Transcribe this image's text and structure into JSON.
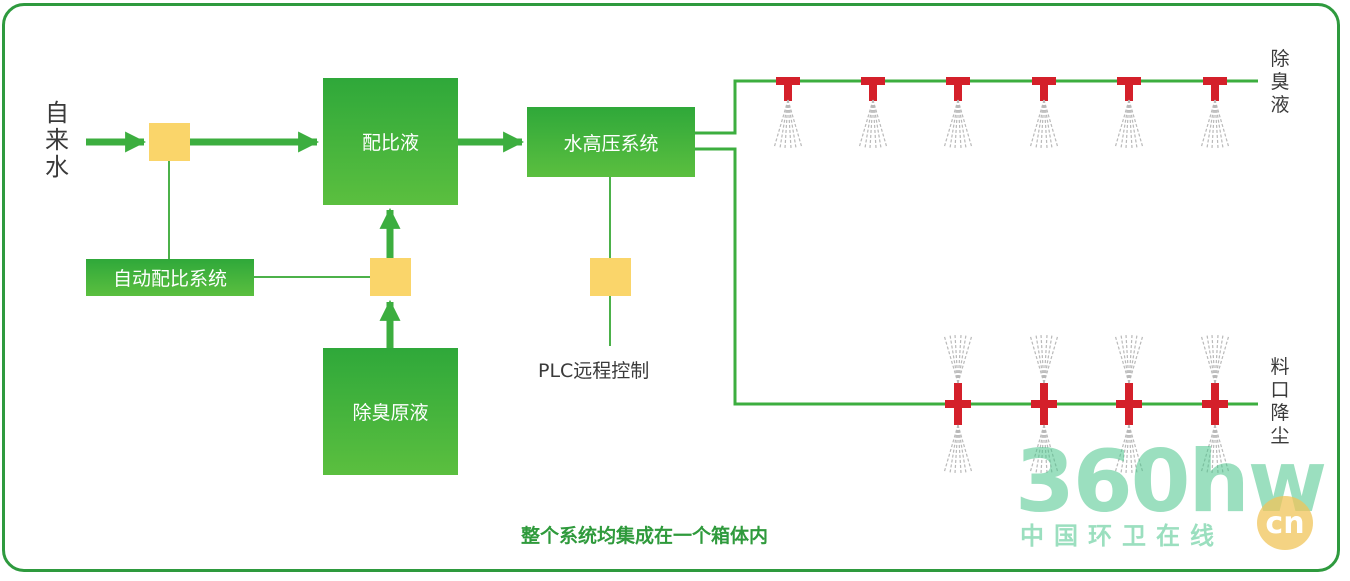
{
  "labels": {
    "tap_water": [
      "自",
      "来",
      "水"
    ],
    "mix_liquid": "配比液",
    "hp_system": "水高压系统",
    "auto_mix": "自动配比系统",
    "raw_liquid": "除臭原液",
    "plc": "PLC远程控制",
    "deodor_line": [
      "除",
      "臭",
      "液"
    ],
    "dust_line": [
      "料",
      "口",
      "降",
      "尘"
    ],
    "footer": "整个系统均集成在一个箱体内"
  },
  "watermark": {
    "brand": "360hw",
    "subtitle": "中国环卫在线",
    "badge": "cn"
  },
  "colors": {
    "pipe_green": "#3cae3f",
    "box_green": "#45b53c",
    "valve_yellow": "#fad56a",
    "nozzle_red": "#d4202a",
    "frame_green": "#2e9a3e"
  }
}
